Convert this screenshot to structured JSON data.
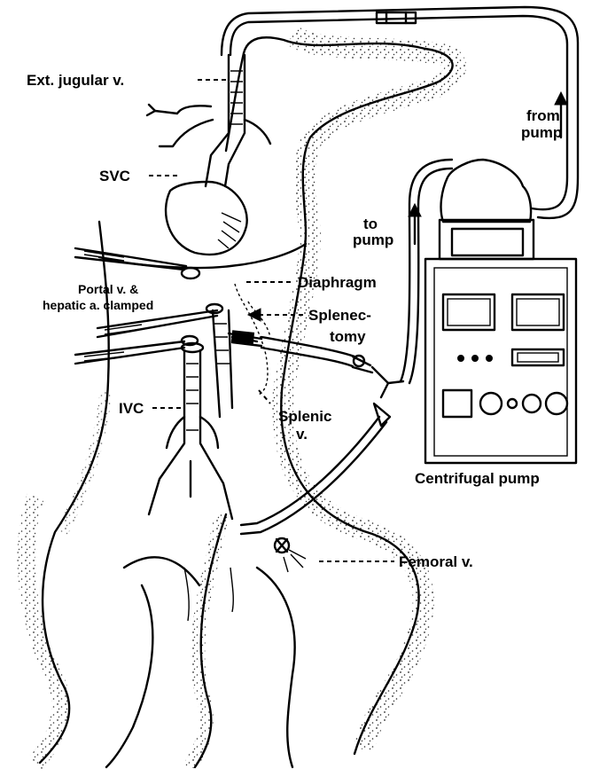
{
  "labels": {
    "ext_jugular": "Ext. jugular v.",
    "svc": "SVC",
    "from_pump_1": "from",
    "from_pump_2": "pump",
    "to_pump_1": "to",
    "to_pump_2": "pump",
    "portal_1": "Portal v. &",
    "portal_2": "hepatic a. clamped",
    "diaphragm": "Diaphragm",
    "splenectomy_1": "Splenec-",
    "splenectomy_2": "tomy",
    "ivc": "IVC",
    "splenic_1": "Splenic",
    "splenic_2": "v.",
    "centrifugal_pump": "Centrifugal pump",
    "femoral": "Femoral v."
  }
}
